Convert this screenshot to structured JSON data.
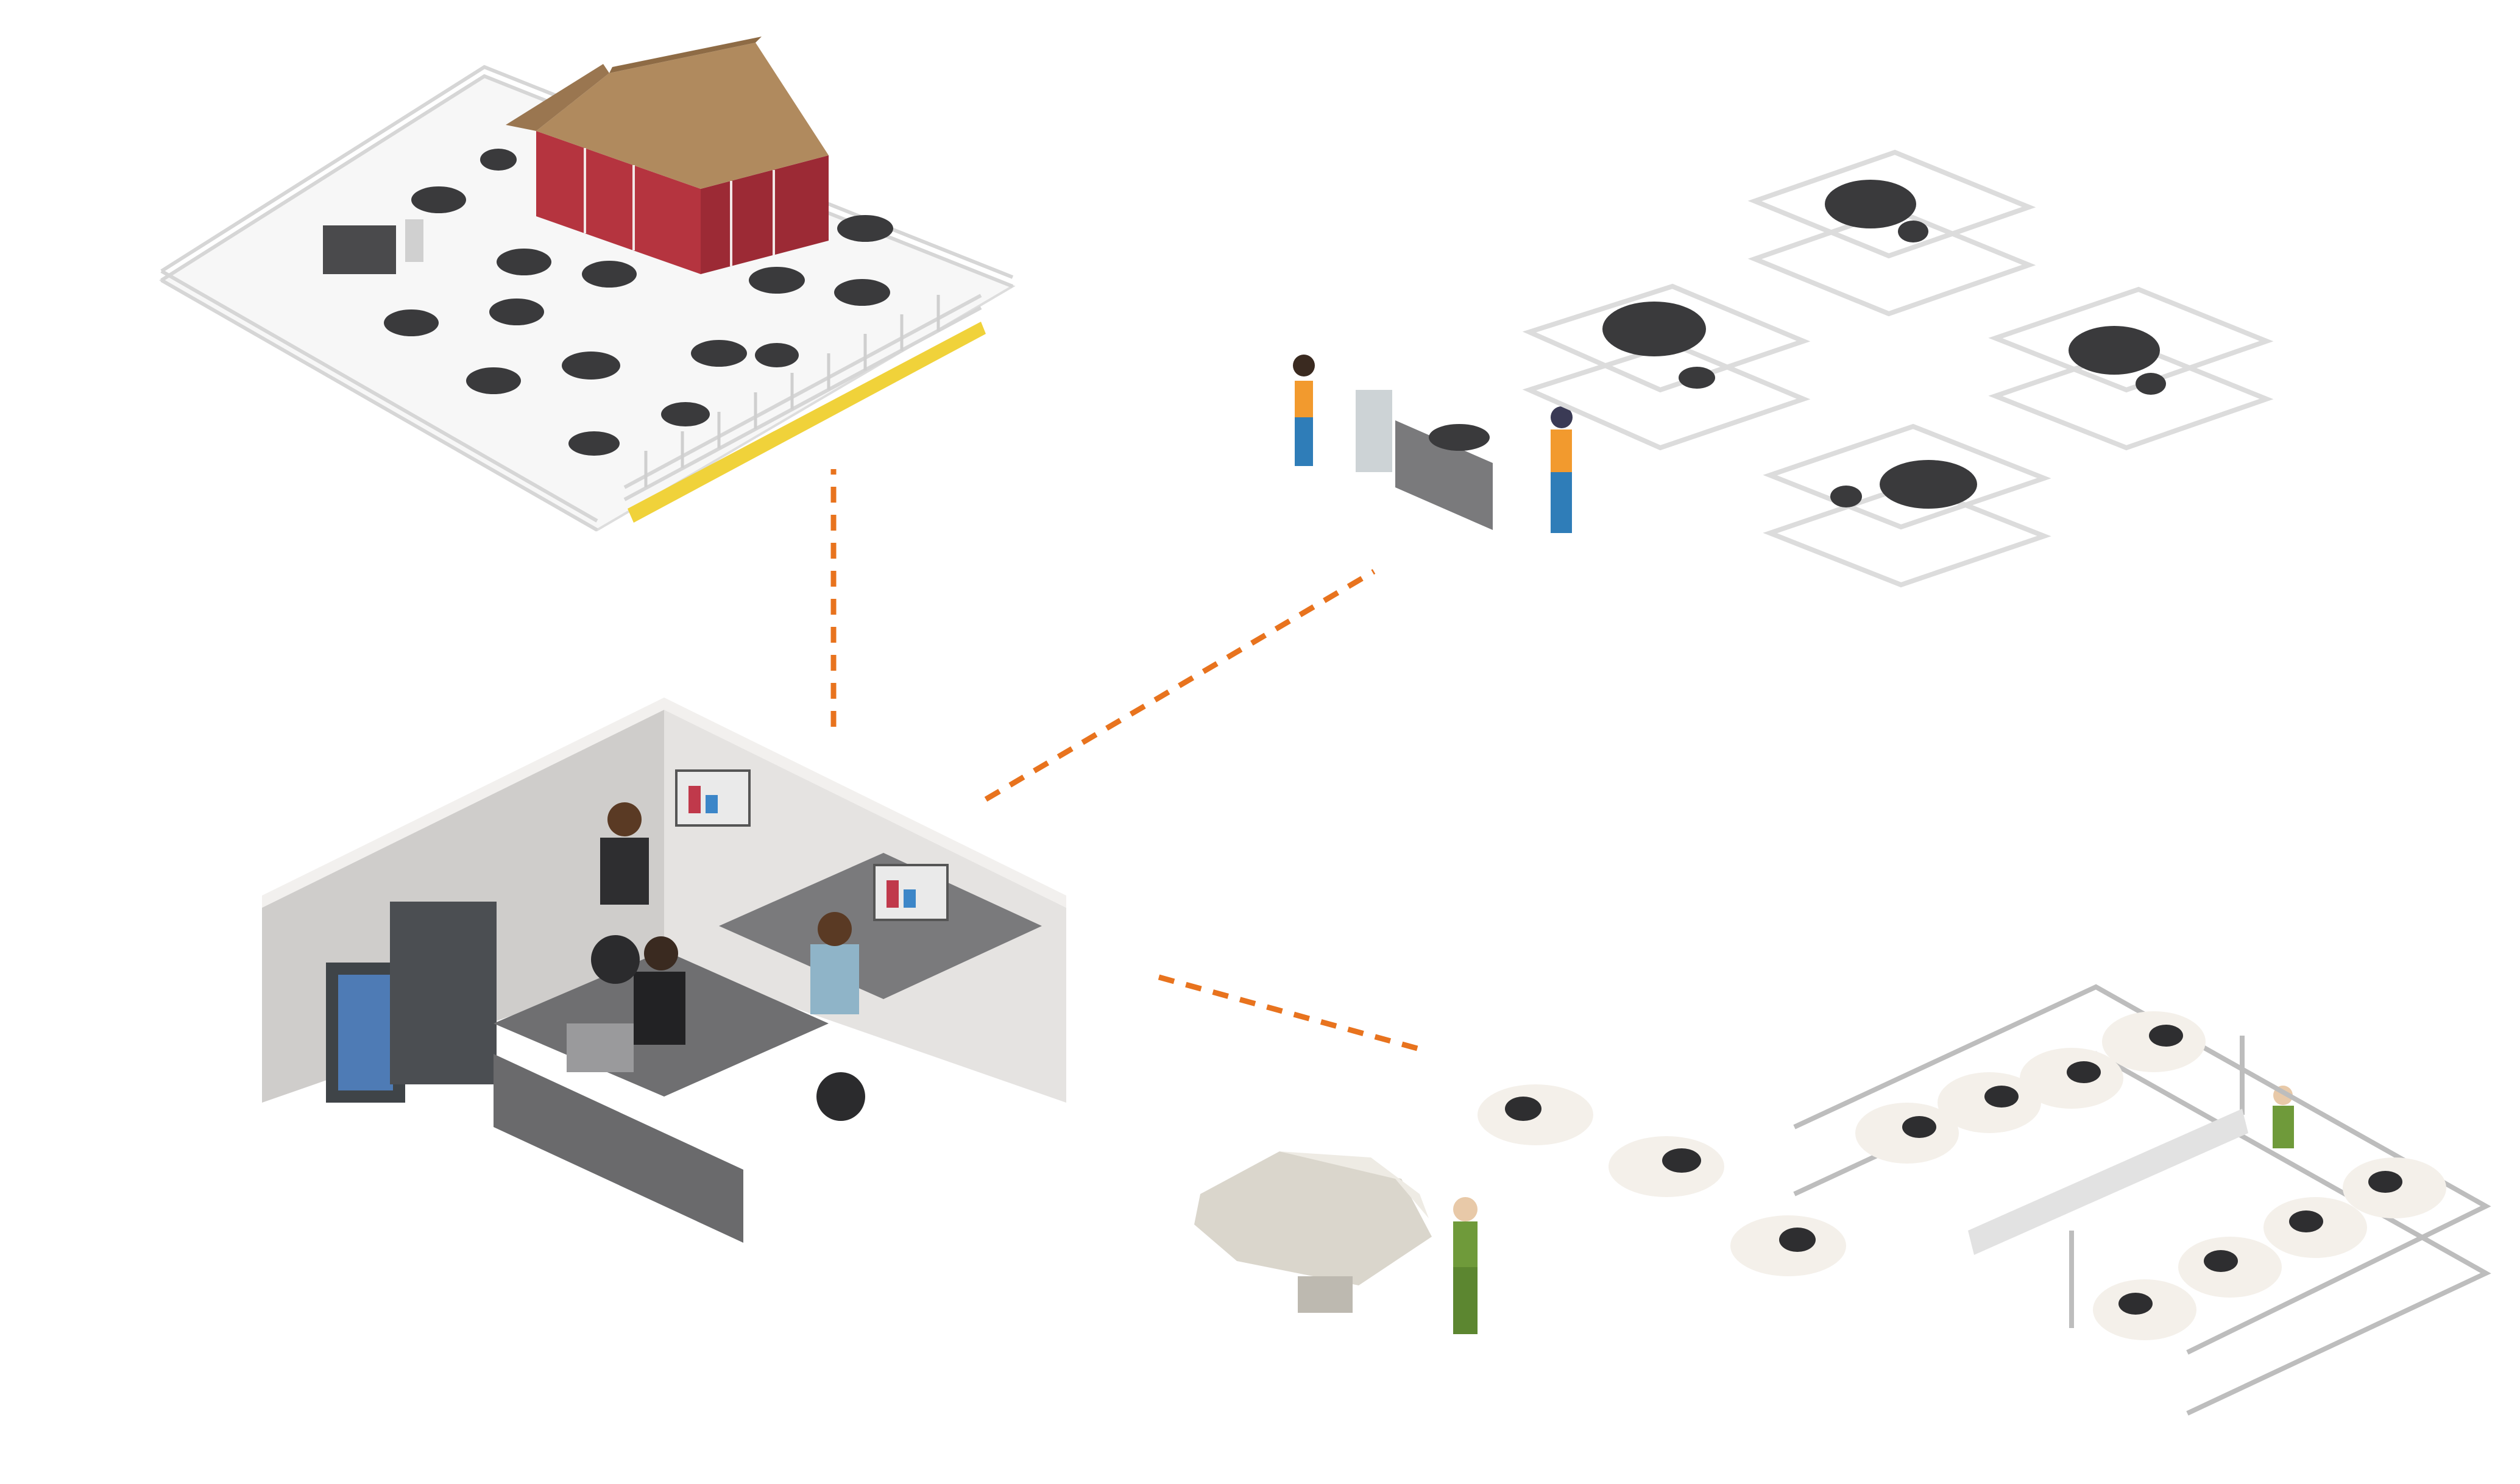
{
  "colors": {
    "connector": "#E8731E",
    "barn_wall": "#B5343F",
    "barn_roof": "#B08A5E",
    "feed": "#F0D23A",
    "black_cattle": "#3A3A3C",
    "fence": "#E4E4E4",
    "office_wall": "#CFCDCB",
    "desk": "#6F6F71",
    "monitor_accent": "#3C86C8",
    "worker_orange": "#F29A2E",
    "worker_blue": "#2F7DB8",
    "worker_green": "#6F9A3A",
    "holstein_white": "#F4F0EA",
    "holstein_black": "#2E2E30",
    "milk_tank": "#DAD6CC"
  },
  "scenes": [
    {
      "id": "feedlot",
      "icon": "feedlot-barn-icon"
    },
    {
      "id": "breeding-pens",
      "icon": "breeding-pen-icon"
    },
    {
      "id": "office",
      "icon": "office-workstation-icon"
    },
    {
      "id": "milking",
      "icon": "milking-parlor-icon"
    }
  ]
}
